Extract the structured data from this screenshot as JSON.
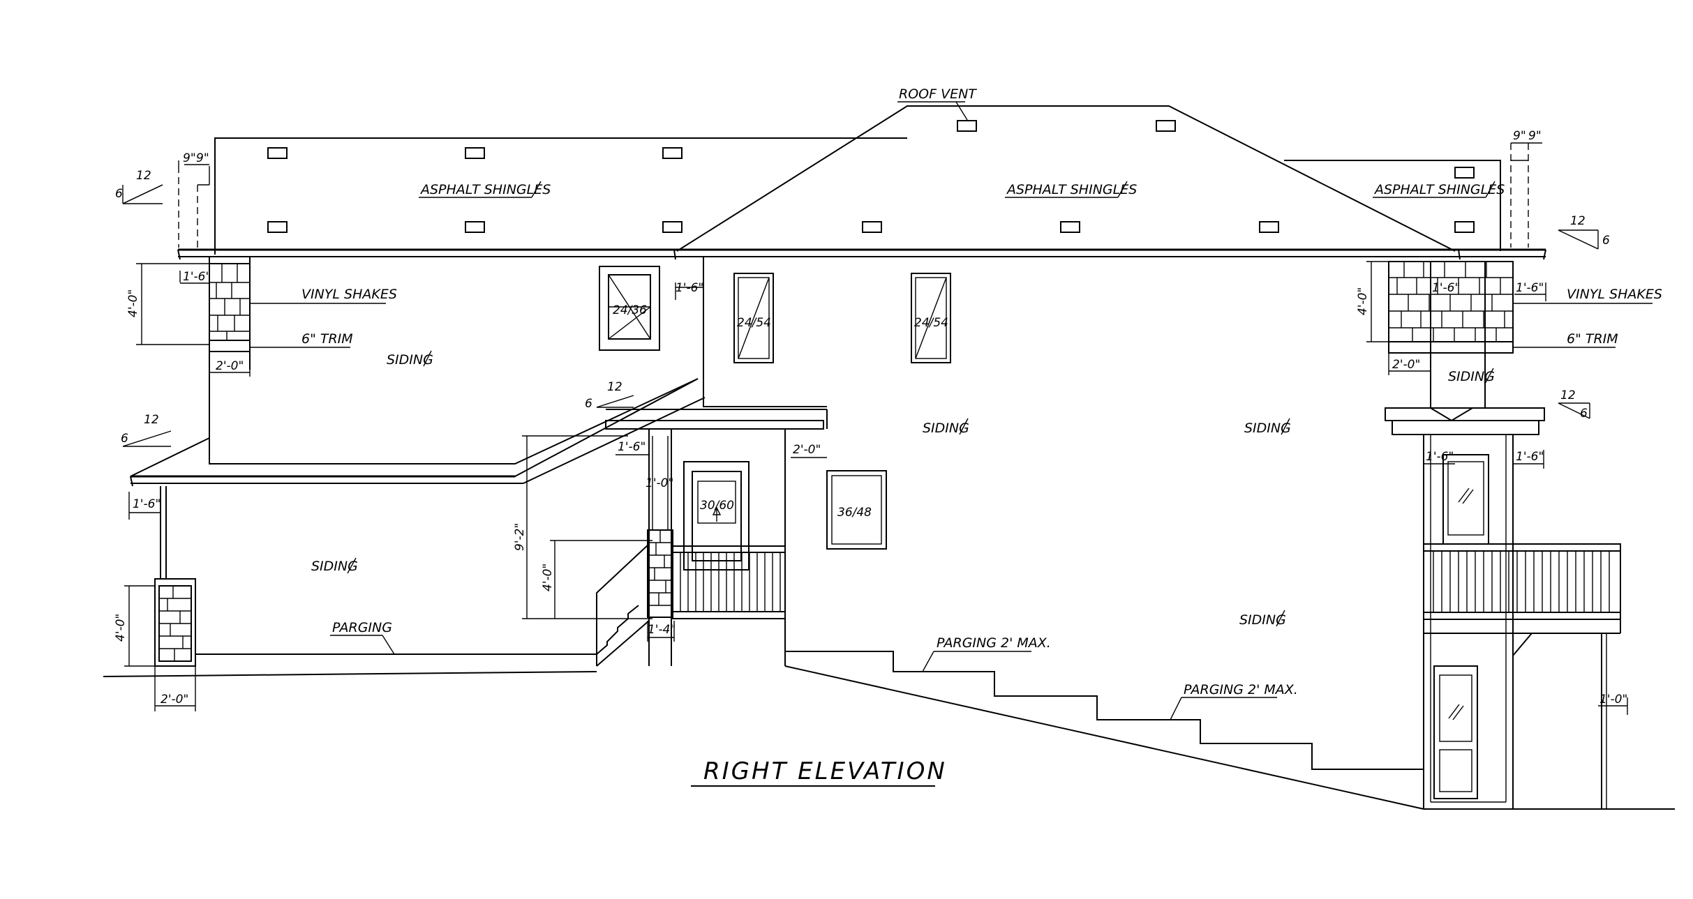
{
  "title": "RIGHT ELEVATION",
  "labels": {
    "roof_vent": "ROOF VENT",
    "asphalt_shingles": "ASPHALT SHINGLES",
    "vinyl_shakes": "VINYL SHAKES",
    "trim": "6\" TRIM",
    "siding": "SIDING",
    "parging": "PARGING",
    "parging_max": "PARGING 2' MAX."
  },
  "windows": {
    "w1": "24/36",
    "w2": "24/54",
    "w3": "24/54",
    "door": "30/60",
    "w4": "36/48"
  },
  "slopes": {
    "rise": "6",
    "run": "12"
  },
  "dims": {
    "d9": "9\"",
    "d1_6": "1'-6\"",
    "d4_0": "4'-0\"",
    "d2_0": "2'-0\"",
    "d1_0": "1'-0\"",
    "d9_2": "9'-2\"",
    "d1_4": "1'-4\""
  },
  "colors": {
    "line": "#000000",
    "background": "#ffffff"
  }
}
